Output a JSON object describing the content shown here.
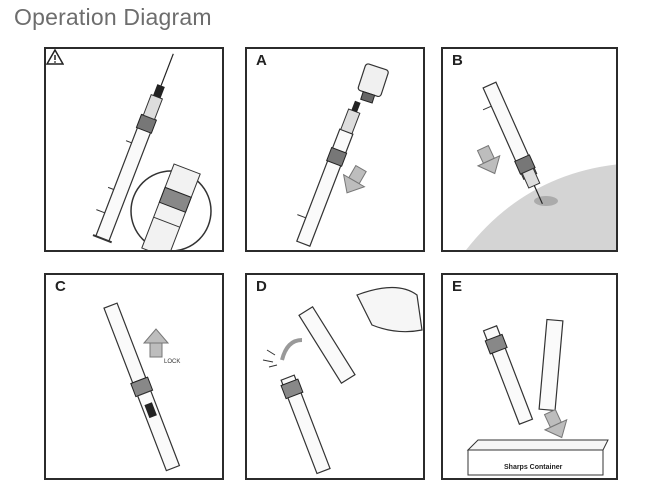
{
  "title": "Operation Diagram",
  "panels": [
    {
      "label": "",
      "icon": "warning-triangle-icon"
    },
    {
      "label": "A"
    },
    {
      "label": "B"
    },
    {
      "label": "C"
    },
    {
      "label": "D"
    },
    {
      "label": "E"
    }
  ],
  "sharps_container": {
    "label": "Sharps Container"
  },
  "panel_c_arrow_text": "LOCK",
  "colors": {
    "border": "#2b2b2b",
    "arrow": "#bdbdbd",
    "skin": "#d4d4d4",
    "title": "#6d6d6d"
  }
}
